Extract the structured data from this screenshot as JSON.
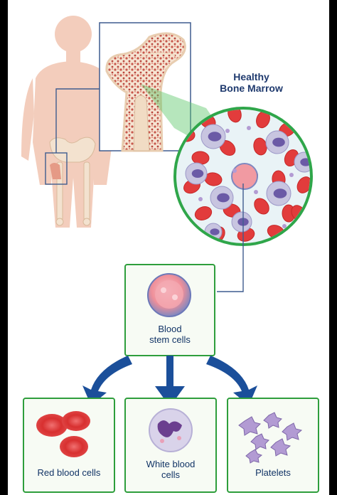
{
  "title": "Healthy\nBone Marrow",
  "stem": "Blood\nstem cells",
  "outputs": {
    "red": "Red blood cells",
    "white": "White blood\ncells",
    "platelets": "Platelets"
  },
  "colors": {
    "background": "#000000",
    "panel": "#ffffff",
    "box_border": "#2e9e3c",
    "box_fill": "#f7fbf4",
    "arrow": "#1b4f9a",
    "outline": "#3f5c8f",
    "body": "#f2c8b5",
    "bone": "#f3e2cf",
    "marrow": "#c7574b",
    "red_cell": "#e23c3c",
    "stem_cell": "#f19aa2",
    "white_cell": "#c8c5e0",
    "white_nucleus": "#6b3f8f",
    "platelet": "#b29bd3"
  },
  "icons": [
    "human-body-silhouette",
    "femur-bone-cross-section",
    "magnified-marrow-circle",
    "stem-cell-icon",
    "red-blood-cells-icon",
    "white-blood-cell-icon",
    "platelets-icon",
    "down-arrow-icon"
  ]
}
